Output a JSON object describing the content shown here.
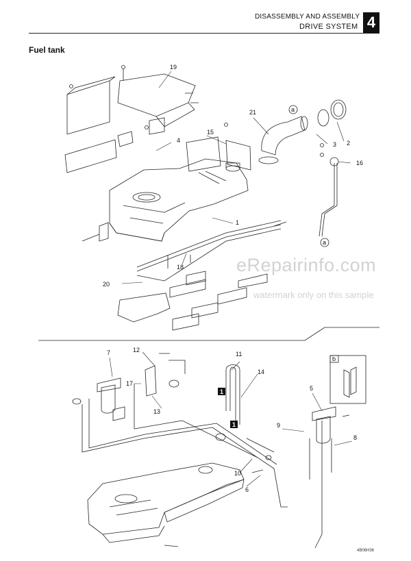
{
  "header": {
    "chapter_title": "DISASSEMBLY AND ASSEMBLY",
    "section": "DRIVE SYSTEM",
    "chapter_number": "4"
  },
  "page_title": "Fuel tank",
  "upper_callouts": [
    "19",
    "21",
    "15",
    "4",
    "3",
    "2",
    "16",
    "1",
    "18",
    "20"
  ],
  "lower_callouts": [
    "7",
    "12",
    "11",
    "17",
    "14",
    "13",
    "5",
    "9",
    "8",
    "10",
    "6"
  ],
  "marker_labels": {
    "a": "a",
    "b": "b",
    "one": "1"
  },
  "watermark": {
    "line1": "eRepairinfo.com",
    "line2": "watermark only on this sample"
  },
  "figure_code": "4B06H36"
}
